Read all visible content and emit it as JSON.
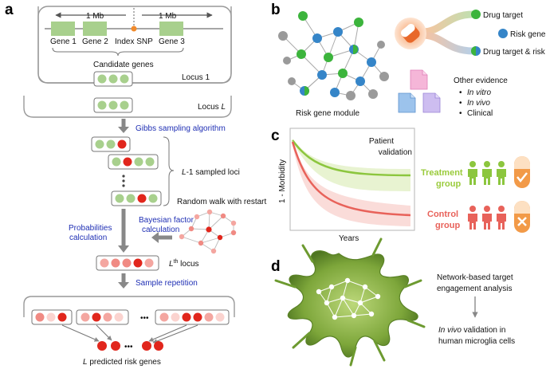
{
  "panels": {
    "a": "a",
    "b": "b",
    "c": "c",
    "d": "d"
  },
  "panel_a": {
    "distance_left": "1 Mb",
    "distance_right": "1 Mb",
    "gene1": "Gene 1",
    "gene2": "Gene 2",
    "index_snp": "Index SNP",
    "gene3": "Gene 3",
    "candidate_genes": "Candidate genes",
    "locus1": "Locus 1",
    "locusL_prefix": "Locus ",
    "locusL_var": "L",
    "gibbs": "Gibbs sampling algorithm",
    "sampled_loci_var": "L",
    "sampled_loci_suffix": "-1 sampled loci",
    "random_walk": "Random walk with restart",
    "bayes_line1": "Bayesian factor",
    "bayes_line2": "calculation",
    "prob_line1": "Probabilities",
    "prob_line2": "calculation",
    "lth_var": "L",
    "lth_sup": "th",
    "lth_suffix": " locus",
    "sample_repetition": "Sample repetition",
    "ellipsis": "•••",
    "predicted_var": "L",
    "predicted_suffix": " predicted risk genes"
  },
  "panel_b": {
    "risk_gene_module": "Risk gene module",
    "drug_target": "Drug target",
    "risk_gene": "Risk gene",
    "drug_target_risk_gene": "Drug target & risk gene",
    "other_evidence": "Other evidence",
    "evidence": [
      "In vitro",
      "In vivo",
      "Clinical"
    ],
    "bullet": "•"
  },
  "panel_c": {
    "patient_validation_line1": "Patient",
    "patient_validation_line2": "validation",
    "ylabel": "1 - Morbidity",
    "xlabel": "Years",
    "treatment_line1": "Treatment",
    "treatment_line2": "group",
    "control_line1": "Control",
    "control_line2": "group"
  },
  "panel_d": {
    "network_line1": "Network-based target",
    "network_line2": "engagement analysis",
    "invivo_var": "In vivo",
    "invivo_suffix": " validation in",
    "invivo_line2": "human microglia cells"
  },
  "colors": {
    "gene_green": "#a8d08d",
    "risk_red": "#e1261c",
    "light_red": "#f4a6a0",
    "network_blue": "#3585c8",
    "network_green": "#3cb43c",
    "treatment": "#8cc63e",
    "control": "#e8625a",
    "label_blue": "#1f2fb4"
  }
}
